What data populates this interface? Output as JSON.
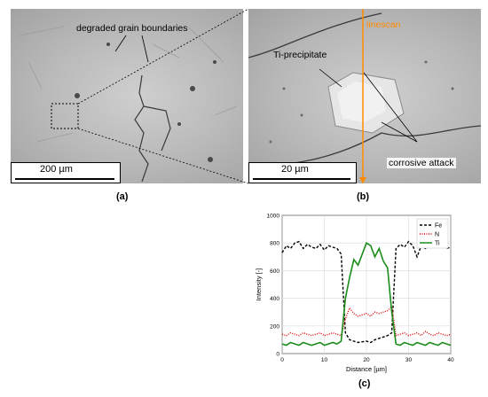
{
  "panel_a": {
    "annotation": "degraded grain boundaries",
    "scale_bar": "200 µm",
    "caption": "(a)"
  },
  "panel_b": {
    "annotation_precipitate": "Ti-precipitate",
    "annotation_linescan": "linescan",
    "annotation_attack": "corrosive attack",
    "scale_bar": "20 µm",
    "caption": "(b)",
    "linescan_color": "#ff8c00"
  },
  "panel_c": {
    "caption": "(c)"
  },
  "chart_data": {
    "type": "line",
    "xlabel": "Distance [µm]",
    "ylabel": "Intensity [-]",
    "xlim": [
      0,
      40
    ],
    "ylim": [
      0,
      1000
    ],
    "xticks": [
      0,
      10,
      20,
      30,
      40
    ],
    "yticks": [
      0,
      200,
      400,
      600,
      800,
      1000
    ],
    "grid": true,
    "legend_position": "top-right",
    "series": [
      {
        "name": "Fe",
        "color": "#000000",
        "style": "dashed",
        "x": [
          0,
          1,
          2,
          3,
          4,
          5,
          6,
          7,
          8,
          9,
          10,
          11,
          12,
          13,
          14,
          15,
          16,
          17,
          18,
          19,
          20,
          21,
          22,
          23,
          24,
          25,
          26,
          27,
          28,
          29,
          30,
          31,
          32,
          33,
          34,
          35,
          36,
          37,
          38,
          39,
          40
        ],
        "y": [
          730,
          780,
          760,
          800,
          810,
          760,
          790,
          770,
          760,
          790,
          750,
          780,
          770,
          760,
          720,
          150,
          100,
          90,
          80,
          85,
          90,
          80,
          100,
          110,
          120,
          130,
          150,
          760,
          790,
          770,
          810,
          780,
          700,
          780,
          760,
          800,
          790,
          820,
          780,
          760,
          770
        ]
      },
      {
        "name": "N",
        "color": "#e00000",
        "style": "dotted",
        "x": [
          0,
          1,
          2,
          3,
          4,
          5,
          6,
          7,
          8,
          9,
          10,
          11,
          12,
          13,
          14,
          15,
          16,
          17,
          18,
          19,
          20,
          21,
          22,
          23,
          24,
          25,
          26,
          27,
          28,
          29,
          30,
          31,
          32,
          33,
          34,
          35,
          36,
          37,
          38,
          39,
          40
        ],
        "y": [
          140,
          130,
          150,
          140,
          130,
          150,
          140,
          130,
          140,
          150,
          130,
          140,
          150,
          140,
          130,
          250,
          330,
          290,
          270,
          280,
          290,
          270,
          300,
          290,
          300,
          310,
          340,
          130,
          140,
          150,
          130,
          140,
          150,
          130,
          160,
          140,
          130,
          150,
          140,
          130,
          140
        ]
      },
      {
        "name": "Ti",
        "color": "#1a8c1a",
        "style": "solid",
        "x": [
          0,
          1,
          2,
          3,
          4,
          5,
          6,
          7,
          8,
          9,
          10,
          11,
          12,
          13,
          14,
          15,
          16,
          17,
          18,
          19,
          20,
          21,
          22,
          23,
          24,
          25,
          26,
          27,
          28,
          29,
          30,
          31,
          32,
          33,
          34,
          35,
          36,
          37,
          38,
          39,
          40
        ],
        "y": [
          70,
          60,
          80,
          70,
          60,
          80,
          70,
          60,
          70,
          80,
          60,
          70,
          80,
          70,
          90,
          400,
          550,
          680,
          640,
          720,
          800,
          780,
          700,
          760,
          670,
          620,
          300,
          70,
          60,
          80,
          70,
          60,
          80,
          70,
          60,
          80,
          70,
          60,
          80,
          70,
          60
        ]
      }
    ]
  }
}
